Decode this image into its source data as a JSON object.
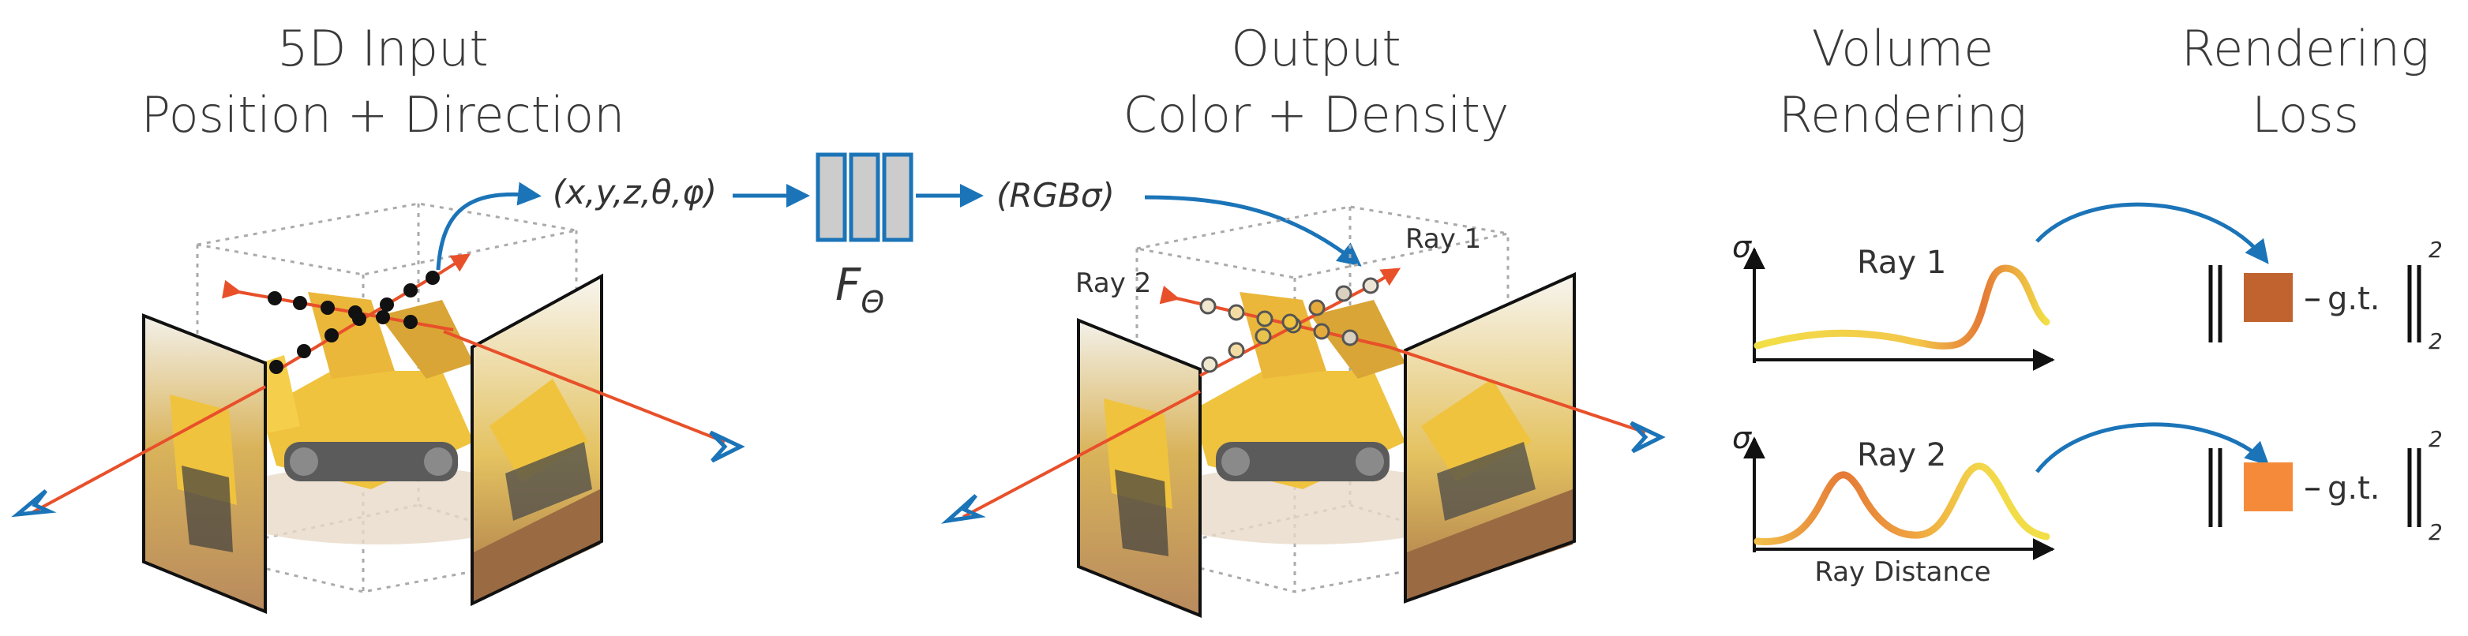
{
  "titles": {
    "input_line1": "5D Input",
    "input_line2": "Position + Direction",
    "output_line1": "Output",
    "output_line2": "Color + Density",
    "volume_line1": "Volume",
    "volume_line2": "Rendering",
    "loss_line1": "Rendering",
    "loss_line2": "Loss"
  },
  "network": {
    "input_tuple": "(x,y,z,θ,φ)",
    "output_tuple": "(RGBσ)",
    "function_symbol": "F",
    "function_subscript": "Θ"
  },
  "rays": {
    "ray1": "Ray 1",
    "ray2": "Ray 2"
  },
  "plots": {
    "sigma_symbol": "σ",
    "x_axis_label": "Ray Distance",
    "plot1_label": "Ray 1",
    "plot2_label": "Ray 2"
  },
  "loss": {
    "gt_label": "g.t.",
    "minus": "–",
    "exponent": "2",
    "subscript": "2",
    "color1": "#c0632e",
    "color2": "#f58b3a"
  },
  "colors": {
    "arrow_blue": "#1b74b8",
    "ray_orange": "#e8502a",
    "network_fill": "#cccccc"
  }
}
